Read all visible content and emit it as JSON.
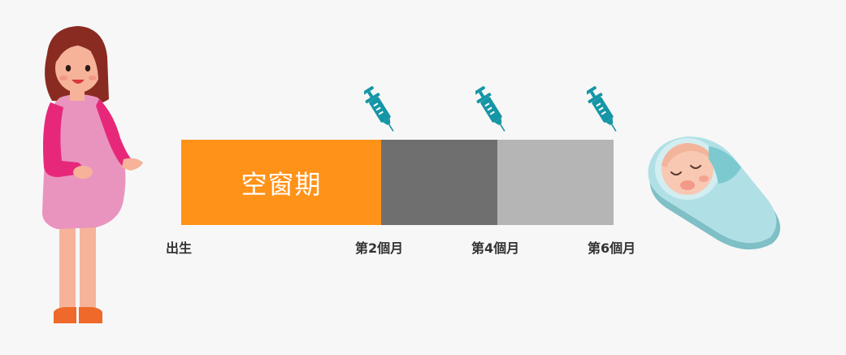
{
  "timeline": {
    "gap_label": "空窗期",
    "ticks": [
      {
        "label": "出生"
      },
      {
        "label": "第2個月"
      },
      {
        "label": "第4個月"
      },
      {
        "label": "第6個月"
      }
    ]
  },
  "colors": {
    "background": "#f7f7f7",
    "gap_segment": "#ff9219",
    "segment_2_4": "#6f6f6f",
    "segment_4_6": "#b5b5b5",
    "syringe": "#1596a6",
    "label_text": "#333333"
  },
  "icons": {
    "mother": "pregnant-woman-illustration",
    "baby": "swaddled-baby-illustration",
    "vaccine": "syringe-icon"
  }
}
